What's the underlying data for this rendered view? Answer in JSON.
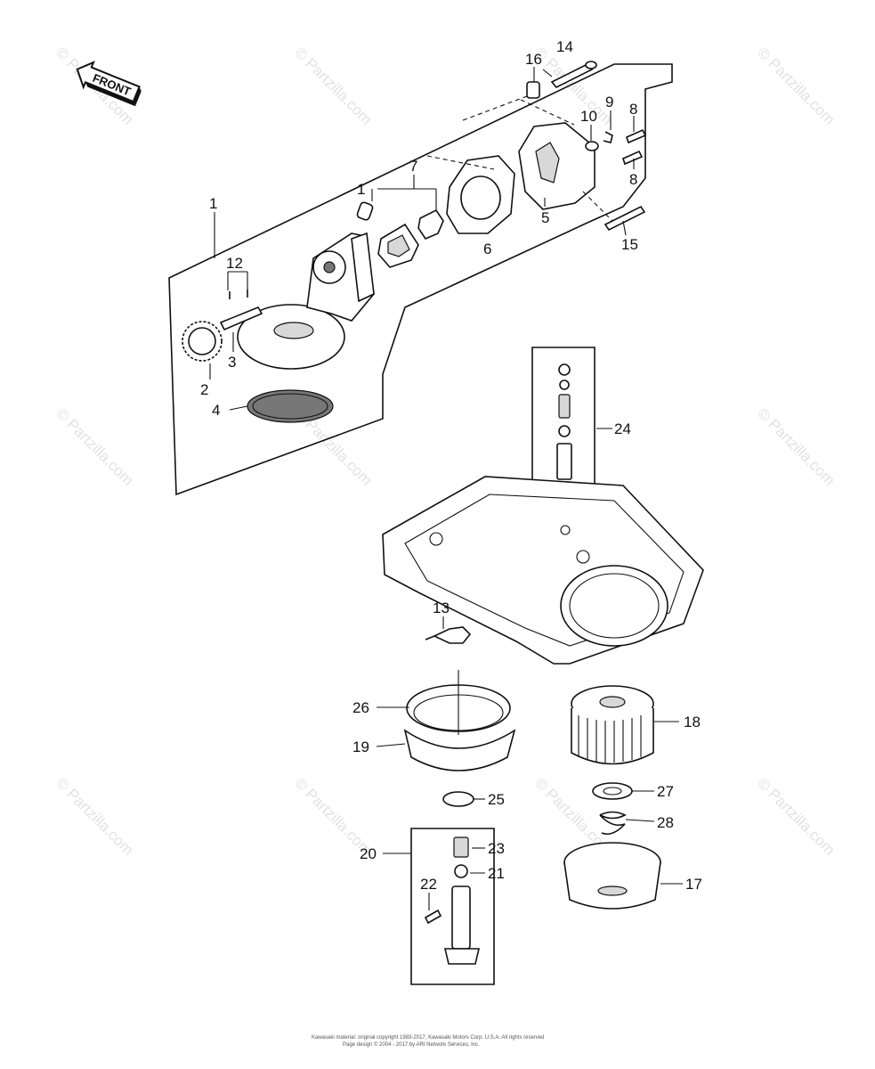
{
  "diagram": {
    "front_label": "FRONT",
    "watermark": "© Partzilla.com",
    "footer": {
      "line1": "Kawasaki material: original copyright 1983-2017, Kawasaki Motors Corp. U.S.A. All rights reserved",
      "line2": "Page design © 2004 - 2017 by ARI Network Services, Inc."
    },
    "callouts": {
      "c1": "1",
      "c1b": "1",
      "c2": "2",
      "c3": "3",
      "c4": "4",
      "c5": "5",
      "c6": "6",
      "c7": "7",
      "c8a": "8",
      "c8b": "8",
      "c9": "9",
      "c10": "10",
      "c12": "12",
      "c13": "13",
      "c14": "14",
      "c15": "15",
      "c16": "16",
      "c17": "17",
      "c18": "18",
      "c19": "19",
      "c20": "20",
      "c21": "21",
      "c22": "22",
      "c23": "23",
      "c24": "24",
      "c25": "25",
      "c26": "26",
      "c27": "27",
      "c28": "28"
    }
  }
}
